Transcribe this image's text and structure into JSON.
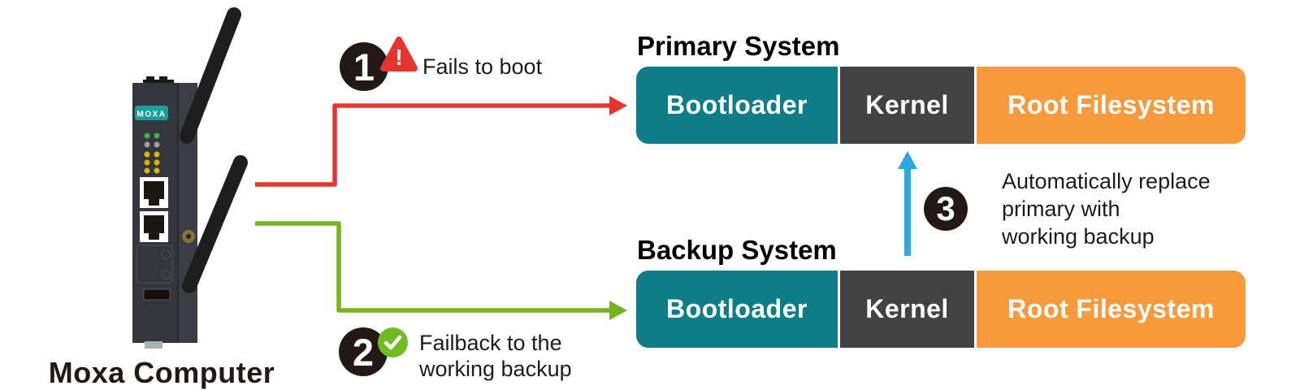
{
  "device": {
    "label": "Moxa Computer",
    "logo": "MOXA"
  },
  "systems": {
    "primary": {
      "title": "Primary System",
      "segments": [
        {
          "label": "Bootloader",
          "color": "#0d7e88"
        },
        {
          "label": "Kernel",
          "color": "#424242"
        },
        {
          "label": "Root Filesystem",
          "color": "#f8993c"
        }
      ]
    },
    "backup": {
      "title": "Backup System",
      "segments": [
        {
          "label": "Bootloader",
          "color": "#0d7e88"
        },
        {
          "label": "Kernel",
          "color": "#424242"
        },
        {
          "label": "Root Filesystem",
          "color": "#f8993c"
        }
      ]
    }
  },
  "steps": [
    {
      "number": "1",
      "icon": "warning-triangle",
      "lines": [
        "Fails to boot"
      ],
      "arrow_color": "#e8352e",
      "arrow_from": "Moxa Computer",
      "arrow_to": "Primary System"
    },
    {
      "number": "2",
      "icon": "check-circle",
      "lines": [
        "Failback to the",
        "working backup"
      ],
      "arrow_color": "#74b41d",
      "arrow_from": "Moxa Computer",
      "arrow_to": "Backup System"
    },
    {
      "number": "3",
      "icon": null,
      "lines": [
        "Automatically replace",
        "primary with",
        "working backup"
      ],
      "arrow_color": "#2aa9e0",
      "arrow_from": "Backup System",
      "arrow_to": "Primary System"
    }
  ],
  "colors": {
    "bootloader_teal": "#0d7e88",
    "kernel_gray": "#424242",
    "rootfs_orange": "#f8993c",
    "fail_red": "#e8352e",
    "failback_green": "#74b41d",
    "replace_blue": "#2aa9e0",
    "badge_black": "#231815",
    "logo_teal": "#18a09b",
    "background": "#ffffff"
  }
}
